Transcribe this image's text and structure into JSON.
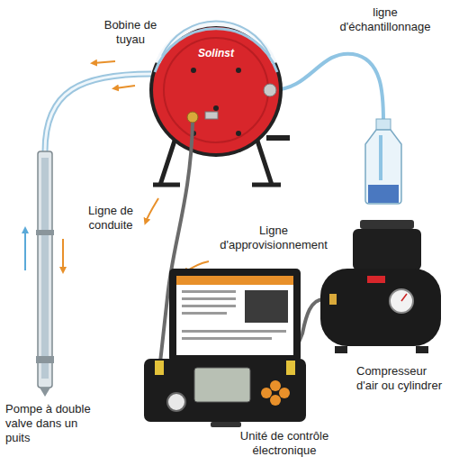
{
  "diagram": {
    "labels": [
      "Bobine de tuyau",
      "ligne d'échantillonnage",
      "Ligne de conduite",
      "Ligne d'approvisionnement",
      "Compresseur d'air ou cylindrer",
      "Pompe à double valve dans un puits",
      "Unité de contrôle électronique",
      "Solinst"
    ]
  }
}
